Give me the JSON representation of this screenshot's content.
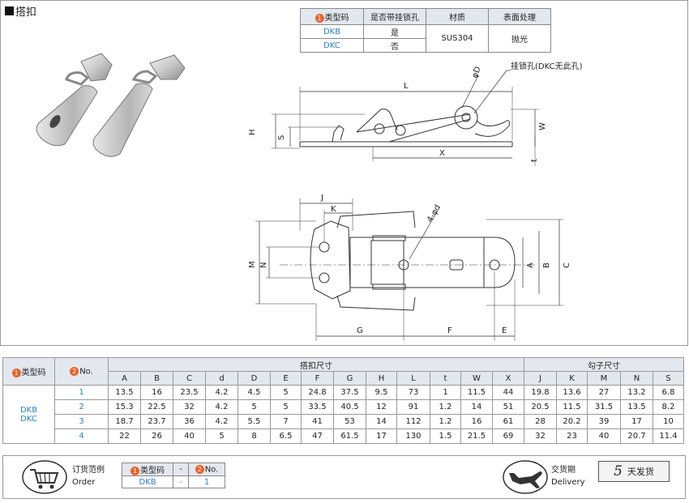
{
  "header": {
    "title": "搭扣"
  },
  "spec": {
    "headers": [
      "类型码",
      "是否带挂锁孔",
      "材质",
      "表面处理"
    ],
    "badge": "1",
    "rows": [
      {
        "code": "DKB",
        "lockhole": "是"
      },
      {
        "code": "DKC",
        "lockhole": "否"
      }
    ],
    "material": "SUS304",
    "surface": "抛光"
  },
  "drawing": {
    "callout": "挂锁孔(DKC无此孔)",
    "labels": {
      "L": "L",
      "phiD": "φD",
      "H": "H",
      "S": "S",
      "W": "W",
      "X": "X",
      "t": "t",
      "J": "J",
      "K": "K",
      "phid4": "4-φd",
      "M": "M",
      "N": "N",
      "A": "A",
      "B": "B",
      "C": "C",
      "G": "G",
      "F": "F",
      "E": "E"
    }
  },
  "dims": {
    "type_header": "类型码",
    "type_badge": "1",
    "no_header": "No.",
    "no_badge": "2",
    "group1": "搭扣尺寸",
    "group2": "勾子尺寸",
    "columns": [
      "A",
      "B",
      "C",
      "d",
      "D",
      "E",
      "F",
      "G",
      "H",
      "L",
      "t",
      "W",
      "X",
      "J",
      "K",
      "M",
      "N",
      "S"
    ],
    "types": [
      "DKB",
      "DKC"
    ],
    "rows": [
      {
        "no": "1",
        "vals": [
          "13.5",
          "16",
          "23.5",
          "4.2",
          "4.5",
          "5",
          "24.8",
          "37.5",
          "9.5",
          "73",
          "1",
          "11.5",
          "44",
          "19.8",
          "13.6",
          "27",
          "13.2",
          "6.8"
        ]
      },
      {
        "no": "2",
        "vals": [
          "15.3",
          "22.5",
          "32",
          "4.2",
          "5",
          "5",
          "33.5",
          "40.5",
          "12",
          "91",
          "1.2",
          "14",
          "51",
          "20.5",
          "11.5",
          "31.5",
          "13.5",
          "8.2"
        ]
      },
      {
        "no": "3",
        "vals": [
          "18.7",
          "23.7",
          "36",
          "4.2",
          "5.5",
          "7",
          "41",
          "53",
          "14",
          "112",
          "1.2",
          "16",
          "61",
          "28",
          "20.2",
          "39",
          "17",
          "10"
        ]
      },
      {
        "no": "4",
        "vals": [
          "22",
          "26",
          "40",
          "5",
          "8",
          "6.5",
          "47",
          "61.5",
          "17",
          "130",
          "1.5",
          "21.5",
          "69",
          "32",
          "23",
          "40",
          "20.7",
          "11.4"
        ]
      }
    ]
  },
  "order": {
    "title_cn": "订货范例",
    "title_en": "Order",
    "type_header": "类型码",
    "type_badge": "1",
    "no_header": "No.",
    "no_badge": "2",
    "sep": "-",
    "example_type": "DKB",
    "example_no": "1",
    "delivery_cn": "交货期",
    "delivery_en": "Delivery",
    "days": "5",
    "days_label": "天发货"
  },
  "colors": {
    "accent": "#e8642a",
    "link_blue": "#2a7fc4",
    "header_bg": "#e3e8ef"
  },
  "icons": [
    "cart-icon",
    "airplane-icon"
  ]
}
